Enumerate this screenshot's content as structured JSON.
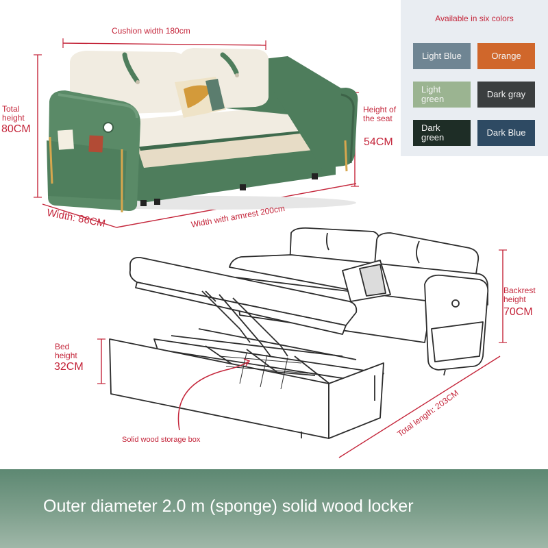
{
  "colors_panel": {
    "title": "Available in six colors",
    "swatches": [
      {
        "label": "Light Blue",
        "color": "#6f8593"
      },
      {
        "label": "Orange",
        "color": "#d0672b"
      },
      {
        "label": "Light green",
        "color": "#9bb491"
      },
      {
        "label": "Dark gray",
        "color": "#3b3e3f"
      },
      {
        "label": "Dark green",
        "color": "#1e2d26"
      },
      {
        "label": "Dark Blue",
        "color": "#2e4a63"
      }
    ]
  },
  "dimensions": {
    "cushion_width": "Cushion width 180cm",
    "total_height_label": "Total height",
    "total_height_value": "80CM",
    "seat_height_label": "Height of the seat",
    "seat_height_value": "54CM",
    "depth": "Width: 86CM",
    "width_with_armrest": "Width with armrest 200cm",
    "bed_height_label": "Bed height",
    "bed_height_value": "32CM",
    "backrest_height_label": "Backrest height",
    "backrest_height_value": "70CM",
    "total_length": "Total length: 203CM",
    "storage_box": "Solid wood storage box"
  },
  "banner": {
    "text": "Outer diameter 2.0 m (sponge) solid wood locker"
  },
  "palette": {
    "sofa_green": "#4e7d5c",
    "cushion_cream": "#f1ece1",
    "dimension_red": "#c4253a"
  }
}
